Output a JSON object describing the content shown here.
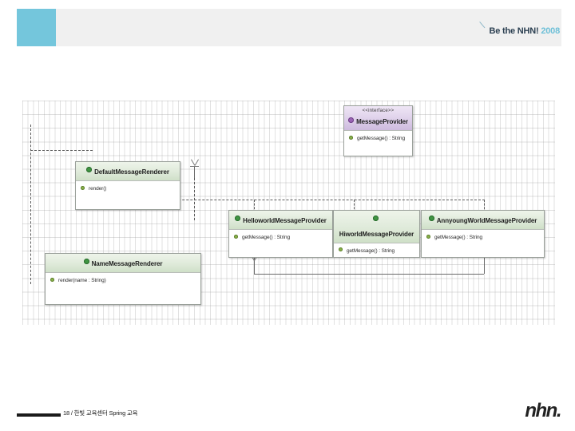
{
  "header": {
    "brand_text": "Be the NHN!",
    "brand_year": "2008",
    "accent_color": "#74c6dc",
    "band_color": "#f0f0f0"
  },
  "diagram": {
    "title": "UML class diagram",
    "grid": true,
    "interface_color": "#9a63b5",
    "class_color": "#3f9442",
    "member_color": "#8ab24a",
    "classes": [
      {
        "id": "message-provider",
        "stereotype": "<<interface>>",
        "name": "MessageProvider",
        "kind": "interface",
        "members": [
          "getMessage() : String"
        ]
      },
      {
        "id": "default-message-renderer",
        "stereotype": "",
        "name": "DefaultMessageRenderer",
        "kind": "class",
        "members": [
          "render()"
        ]
      },
      {
        "id": "name-message-renderer",
        "stereotype": "",
        "name": "NameMessageRenderer",
        "kind": "class",
        "members": [
          "render(name : String)"
        ]
      },
      {
        "id": "helloworld-message-provider",
        "stereotype": "",
        "name": "HelloworldMessageProvider",
        "kind": "class",
        "members": [
          "getMessage() : String"
        ]
      },
      {
        "id": "hiworld-message-provider",
        "stereotype": "",
        "name": "HiworldMessageProvider",
        "kind": "class",
        "members": [
          "getMessage() : String"
        ]
      },
      {
        "id": "annyoungworld-message-provider",
        "stereotype": "",
        "name": "AnnyoungWorldMessageProvider",
        "kind": "class",
        "members": [
          "getMessage() : String"
        ]
      }
    ]
  },
  "footer": {
    "page_and_course": "18 / 한빛 교육센터 Spring 교육",
    "logo": "nhn."
  }
}
